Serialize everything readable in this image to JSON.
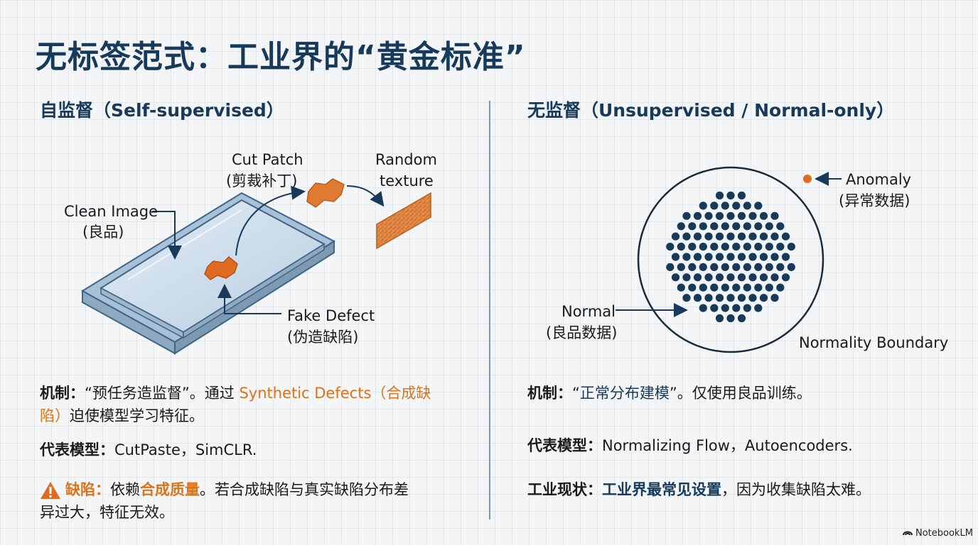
{
  "title": "无标签范式：工业界的“黄金标准”",
  "left": {
    "heading": "自监督（Self-supervised）",
    "diagram": {
      "clean_image_label_en": "Clean Image",
      "clean_image_label_zh": "(良品)",
      "cut_patch_label_en": "Cut Patch",
      "cut_patch_label_zh": "(剪裁补丁)",
      "random_texture_label_1": "Random",
      "random_texture_label_2": "texture",
      "fake_defect_label_en": "Fake Defect",
      "fake_defect_label_zh": "(伪造缺陷)"
    },
    "mechanism": {
      "label": "机制：",
      "text1": "“预任务造监督”。通过 ",
      "highlight": "Synthetic Defects（合成缺",
      "highlight2": "陷）",
      "text2": "迫使模型学习特征。"
    },
    "models": {
      "label": "代表模型：",
      "text": "CutPaste，SimCLR."
    },
    "drawback": {
      "icon": "warning-icon",
      "label": "缺陷：",
      "text1": "依赖",
      "highlight": "合成质量",
      "text2": "。若合成缺陷与真实缺陷分布差",
      "text3": "异过大，特征无效。"
    }
  },
  "right": {
    "heading": "无监督（Unsupervised / Normal-only）",
    "diagram": {
      "anomaly_label_en": "Anomaly",
      "anomaly_label_zh": "(异常数据)",
      "normal_label_en": "Normal",
      "normal_label_zh": "(良品数据)",
      "boundary_label": "Normality Boundary"
    },
    "mechanism": {
      "label": "机制：",
      "text1": "“",
      "highlight": "正常分布建模",
      "text2": "”。仅使用良品训练。"
    },
    "models": {
      "label": "代表模型：",
      "text": "Normalizing Flow，Autoencoders."
    },
    "status": {
      "label": "工业现状：",
      "highlight": "工业界最常见设置",
      "text": "，因为收集缺陷太难。"
    }
  },
  "brand": {
    "icon": "notebooklm-icon",
    "label": "NotebookLM"
  },
  "colors": {
    "navy": "#173a5a",
    "orange": "#d9741c",
    "dot": "#173a5a",
    "glass": "#c9d9e8"
  }
}
